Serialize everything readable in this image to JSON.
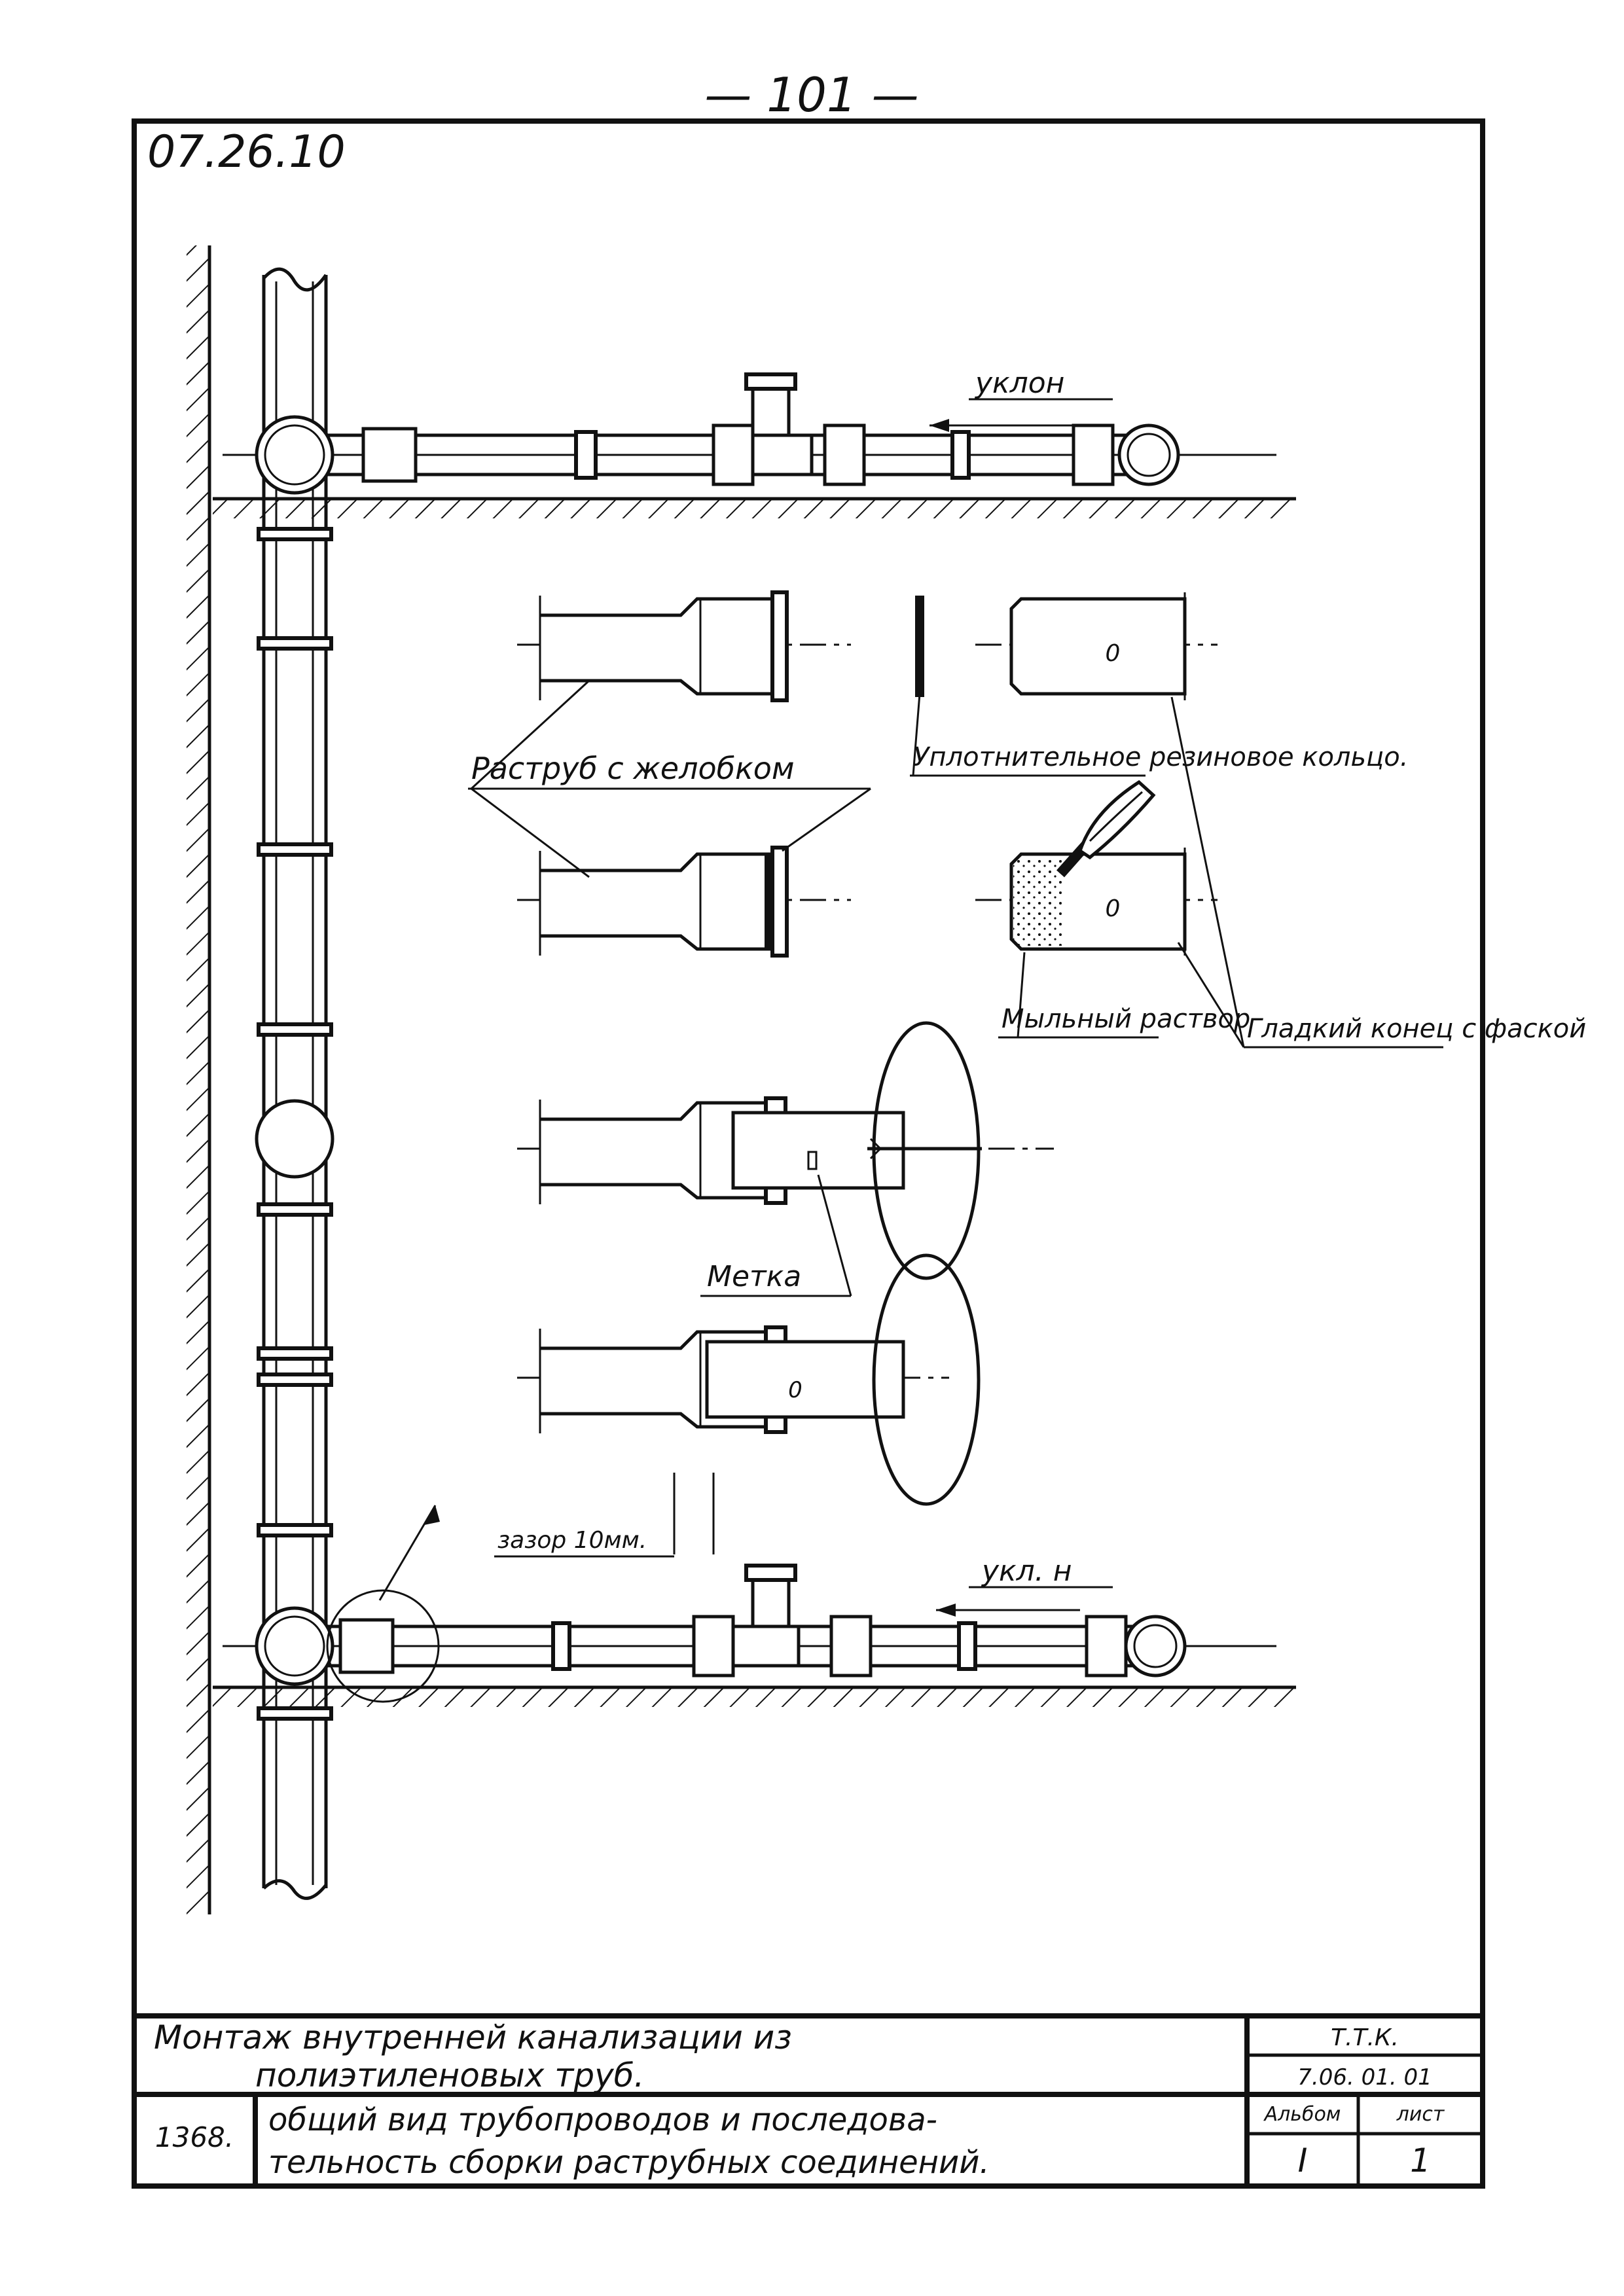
{
  "page_number": "— 101 —",
  "doc_code": "07.26.10",
  "labels": {
    "slope_top": "уклон",
    "slope_bottom": "укл. н",
    "socket_groove": "Раструб с желобком",
    "seal_ring": "Уплотнительное резиновое кольцо.",
    "soap_solution": "Мыльный раствор",
    "smooth_end": "Гладкий конец с фаской",
    "mark": "Метка",
    "gap": "зазор 10мм."
  },
  "mark_symbol": "0",
  "title_block": {
    "title_line1": "Монтаж внутренней канализации из",
    "title_line2": "полиэтиленовых труб.",
    "code_label": "Т.Т.К.",
    "code_value": "7.06. 01. 01",
    "year": "1368.",
    "subtitle_line1": "общий вид трубопроводов и последова-",
    "subtitle_line2": "тельность сборки раструбных соединений.",
    "album_label": "Альбом",
    "album_value": "I",
    "sheet_label": "лист",
    "sheet_value": "1"
  }
}
